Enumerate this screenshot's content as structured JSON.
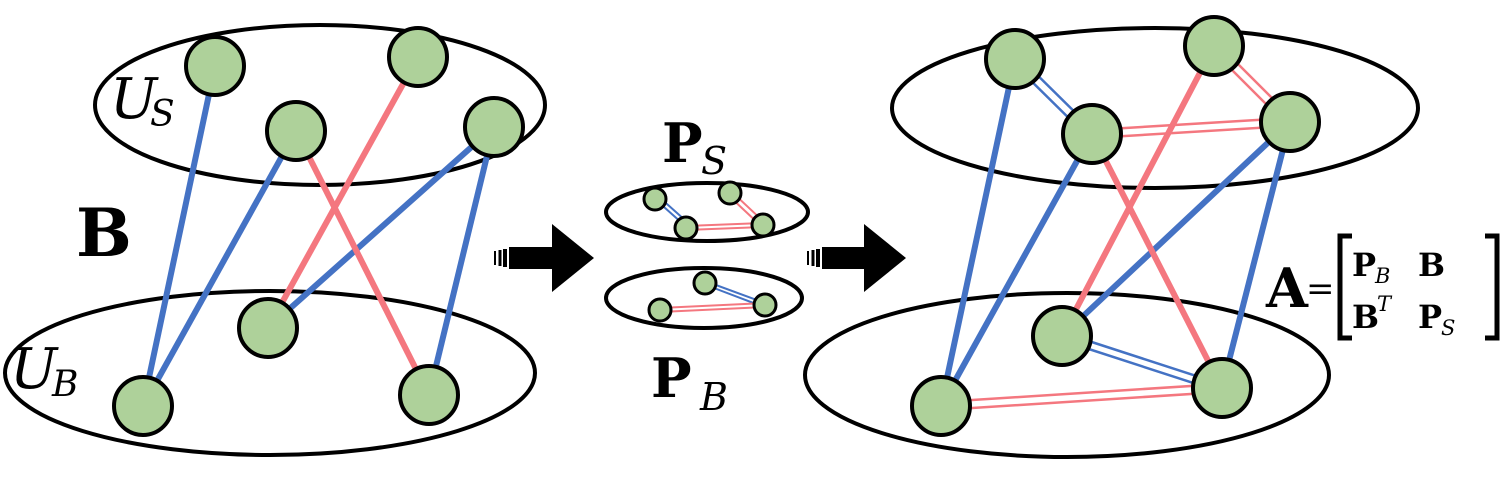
{
  "colors": {
    "node_fill": "#aed19a",
    "outline": "#000000",
    "blue_edge": "#4472c4",
    "red_edge": "#f4777f"
  },
  "labels": {
    "set_s_main": "U",
    "set_s_sub": "S",
    "set_b_main": "U",
    "set_b_sub": "B",
    "bipartite": "B",
    "ps_main": "P",
    "ps_sub": "S",
    "pb_main": "P",
    "pb_sub": "B",
    "a_main": "A",
    "a_eq": "=",
    "m11_main": "P",
    "m11_sub": "B",
    "m12": "B",
    "m21_main": "B",
    "m21_sup": "T",
    "m22_main": "P",
    "m22_sub": "S"
  }
}
